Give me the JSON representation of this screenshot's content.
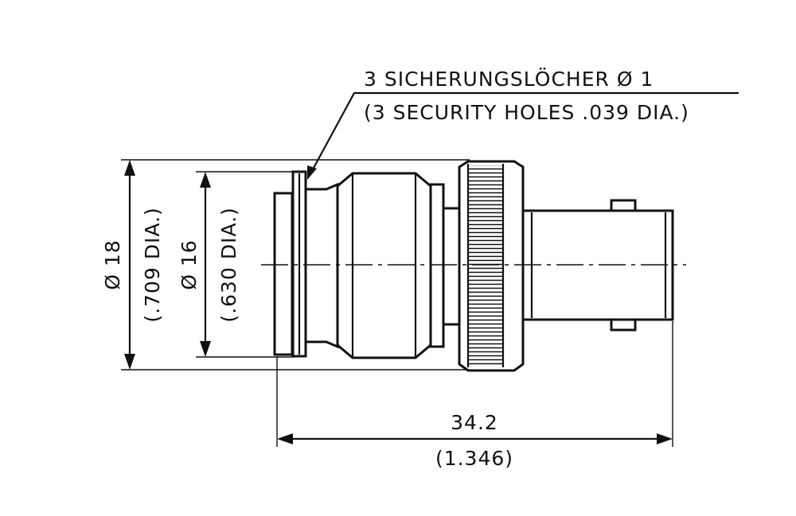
{
  "note": {
    "line1": "3 SICHERUNGSLÖCHER  Ø  1",
    "line2": "(3 SECURITY HOLES .039 DIA.)"
  },
  "dim_outer": {
    "metric": "Ø  18",
    "imperial": "(.709 DIA.)"
  },
  "dim_inner": {
    "metric": "Ø  16",
    "imperial": "(.630 DIA.)"
  },
  "dim_length": {
    "metric": "34.2",
    "imperial": "(1.346)"
  },
  "colors": {
    "ink": "#111111",
    "paper": "#ffffff"
  }
}
